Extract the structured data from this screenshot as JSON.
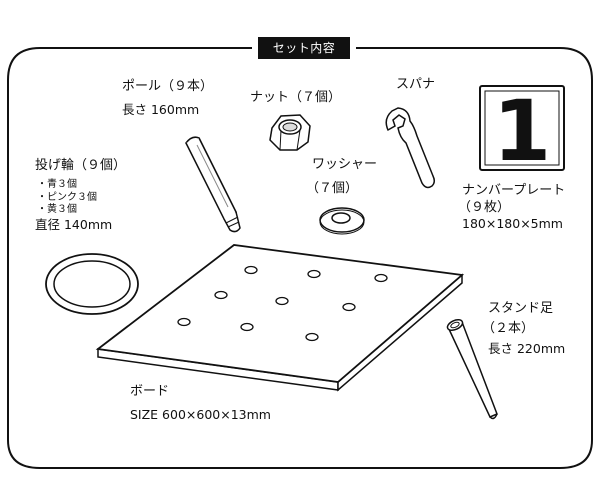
{
  "title": "セット内容",
  "items": {
    "pole": {
      "name": "ポール（９本）",
      "size": "長さ 160mm"
    },
    "nut": {
      "name": "ナット（７個）"
    },
    "spanner": {
      "name": "スパナ"
    },
    "washer": {
      "name": "ワッシャー",
      "count": "（７個）"
    },
    "number_plate": {
      "name": "ナンバープレート",
      "count": "（９枚）",
      "size": "180×180×5mm",
      "glyph": "1"
    },
    "rings": {
      "name": "投げ輪（９個）",
      "colors": [
        "・青３個",
        "・ピンク３個",
        "・黄３個"
      ],
      "size": "直径 140mm"
    },
    "stand_leg": {
      "name": "スタンド足",
      "count": "（２本）",
      "size": "長さ 220mm"
    },
    "board": {
      "name": "ボード",
      "size": "SIZE 600×600×13mm"
    }
  }
}
